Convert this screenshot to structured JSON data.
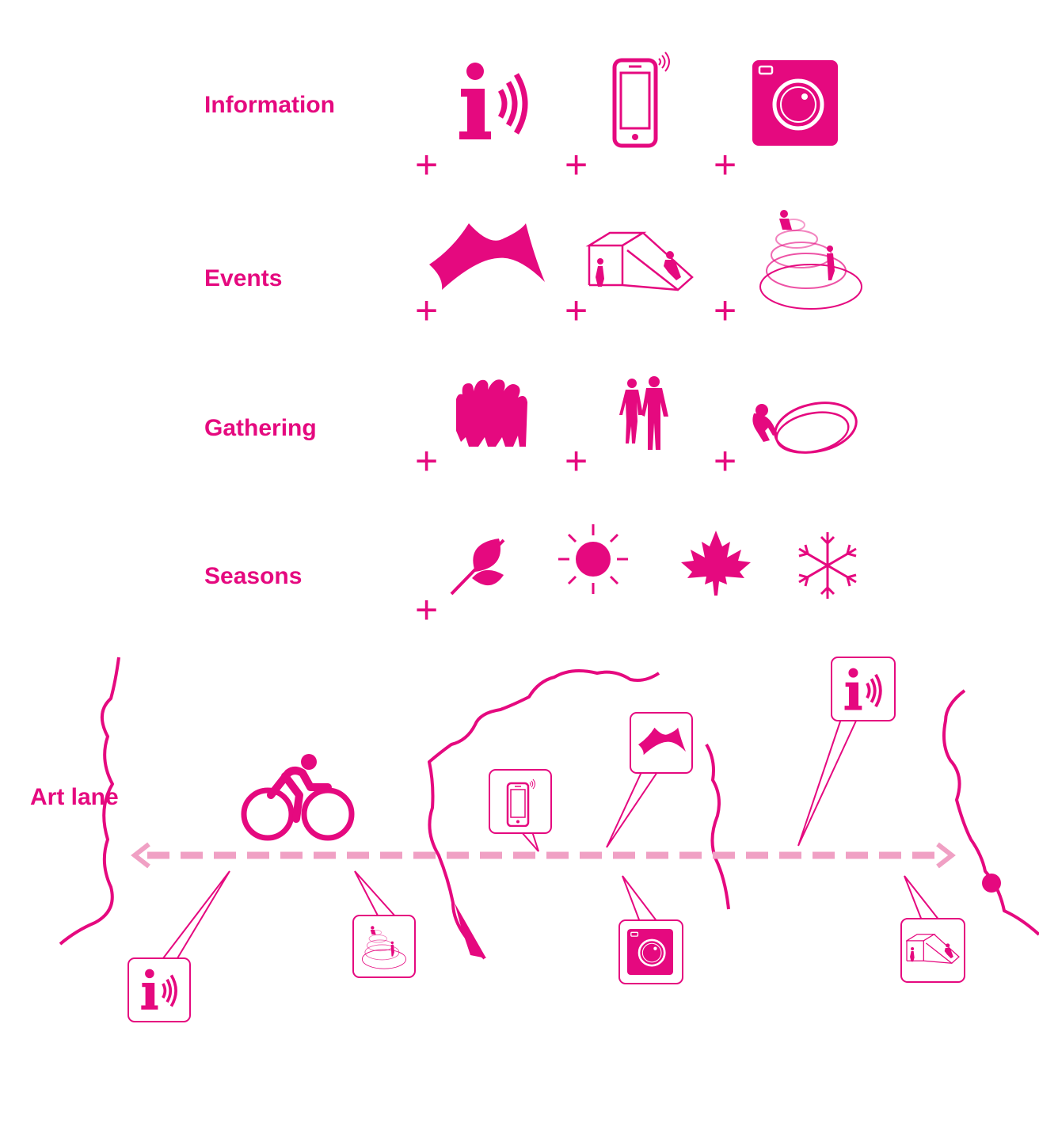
{
  "legend": {
    "rows": [
      {
        "label": "Information",
        "icons": [
          "info-broadcast-icon",
          "smartphone-icon",
          "camera-icon"
        ]
      },
      {
        "label": "Events",
        "icons": [
          "tent-icon",
          "slide-pavilion-icon",
          "spiral-sculpture-icon"
        ]
      },
      {
        "label": "Gathering",
        "icons": [
          "crowd-icon",
          "couple-icon",
          "ring-sculpture-icon"
        ]
      },
      {
        "label": "Seasons",
        "icons": [
          "leaf-icon",
          "sun-icon",
          "maple-leaf-icon",
          "snowflake-icon"
        ]
      }
    ],
    "plus": "+"
  },
  "diagram": {
    "caption": "Art lane",
    "route_icon": "bicycle-icon",
    "callouts": [
      "info-broadcast-icon",
      "smartphone-icon",
      "tent-icon",
      "info-broadcast-icon",
      "spiral-sculpture-icon",
      "camera-icon",
      "slide-pavilion-icon"
    ]
  },
  "colors": {
    "accent": "#e5097f",
    "route": "#f0a0c4"
  }
}
